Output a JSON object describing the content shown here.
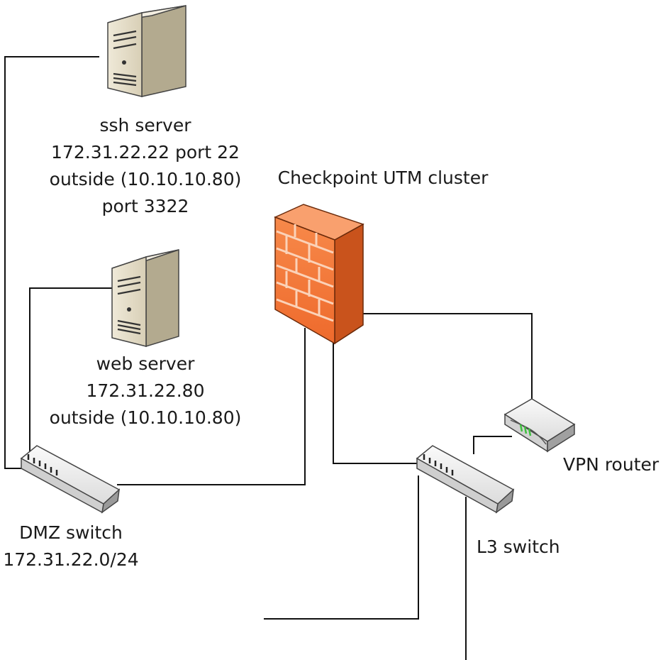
{
  "diagram": {
    "nodes": {
      "ssh_server": {
        "lines": [
          "ssh server",
          "172.31.22.22 port 22",
          "outside (10.10.10.80)",
          "port 3322"
        ]
      },
      "web_server": {
        "lines": [
          "web server",
          "172.31.22.80",
          "outside (10.10.10.80)"
        ]
      },
      "firewall": {
        "lines": [
          "Checkpoint UTM cluster"
        ]
      },
      "dmz_switch": {
        "lines": [
          "DMZ switch",
          "172.31.22.0/24"
        ]
      },
      "vpn_router": {
        "lines": [
          "VPN router"
        ]
      },
      "l3_switch": {
        "lines": [
          "L3 switch"
        ]
      }
    },
    "edges": [
      {
        "from": "ssh_server",
        "to": "dmz_switch"
      },
      {
        "from": "web_server",
        "to": "dmz_switch"
      },
      {
        "from": "dmz_switch",
        "to": "firewall"
      },
      {
        "from": "firewall",
        "to": "l3_switch"
      },
      {
        "from": "firewall",
        "to": "vpn_router"
      },
      {
        "from": "vpn_router",
        "to": "l3_switch"
      },
      {
        "from": "l3_switch",
        "to": "offpage-left"
      },
      {
        "from": "l3_switch",
        "to": "offpage-bottom"
      }
    ],
    "colors": {
      "line": "#111111",
      "server_body": "#e3dcc8",
      "server_side": "#b7ae94",
      "firewall_front": "#f2793c",
      "firewall_mortar": "#fbd2b8",
      "device_body": "#e6e6e6",
      "vpn_led": "#3fbf3f"
    }
  }
}
